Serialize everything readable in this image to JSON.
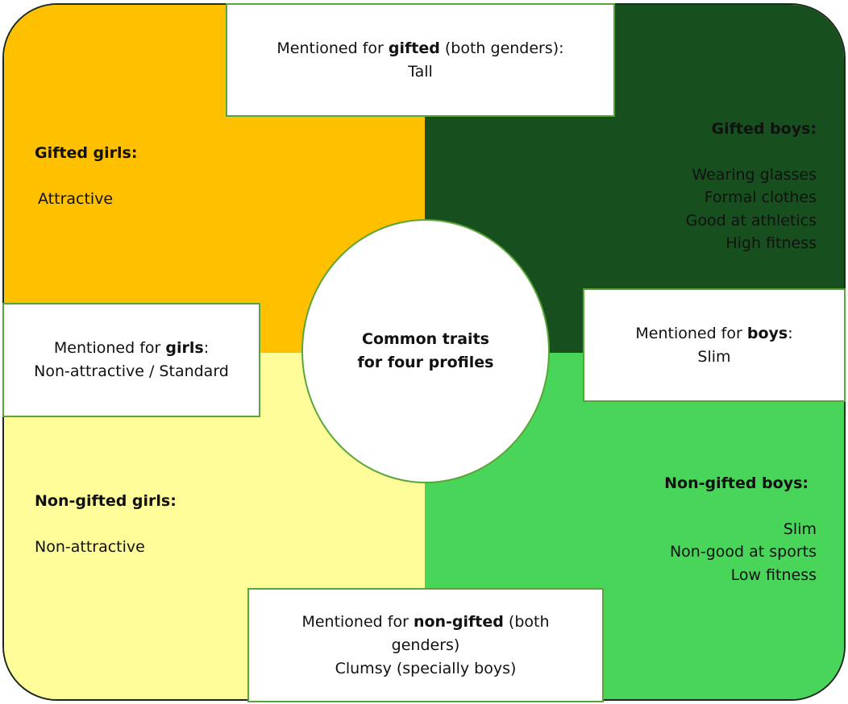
{
  "quadrants": {
    "gifted_girls": {
      "title": "Gifted girls:",
      "traits": [
        "Attractive"
      ],
      "color": "#FFC000"
    },
    "gifted_boys": {
      "title": "Gifted boys:",
      "traits": [
        "Wearing glasses",
        "Formal clothes",
        "Good at athletics",
        "High fitness"
      ],
      "color": "#17501E"
    },
    "non_gifted_girls": {
      "title": "Non-gifted girls:",
      "traits": [
        "Non-attractive"
      ],
      "color": "#FFFD99"
    },
    "non_gifted_boys": {
      "title": "Non-gifted boys:",
      "traits": [
        "Slim",
        "Non-good at sports",
        "Low fitness"
      ],
      "color": "#48D55A"
    }
  },
  "boxes": {
    "gifted": {
      "prefix": "Mentioned for ",
      "bold": "gifted",
      "suffix": " (both genders):",
      "value": "Tall"
    },
    "girls": {
      "prefix": "Mentioned for ",
      "bold": "girls",
      "suffix": ":",
      "value": "Non-attractive / Standard"
    },
    "boys": {
      "prefix": "Mentioned for ",
      "bold": "boys",
      "suffix": ":",
      "value": "Slim"
    },
    "non_gifted": {
      "prefix": "Mentioned for ",
      "bold": "non-gifted",
      "suffix": " (both genders)",
      "value": "Clumsy (specially boys)"
    }
  },
  "center": {
    "line1": "Common traits",
    "line2": "for four profiles"
  },
  "colors": {
    "border": "#5aa53a",
    "frame": "#1c2a1c"
  }
}
